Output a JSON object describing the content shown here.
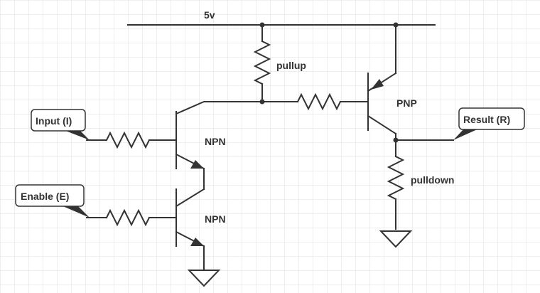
{
  "diagram": {
    "supply_label": "5v",
    "resistors": {
      "pullup": "pullup",
      "pulldown": "pulldown"
    },
    "transistors": {
      "npn_top": "NPN",
      "npn_bottom": "NPN",
      "pnp": "PNP"
    },
    "terminals": {
      "input": "Input (I)",
      "enable": "Enable (E)",
      "result": "Result (R)"
    },
    "colors": {
      "ink": "#333333",
      "grid": "#dddddd",
      "background": "#ffffff"
    }
  }
}
